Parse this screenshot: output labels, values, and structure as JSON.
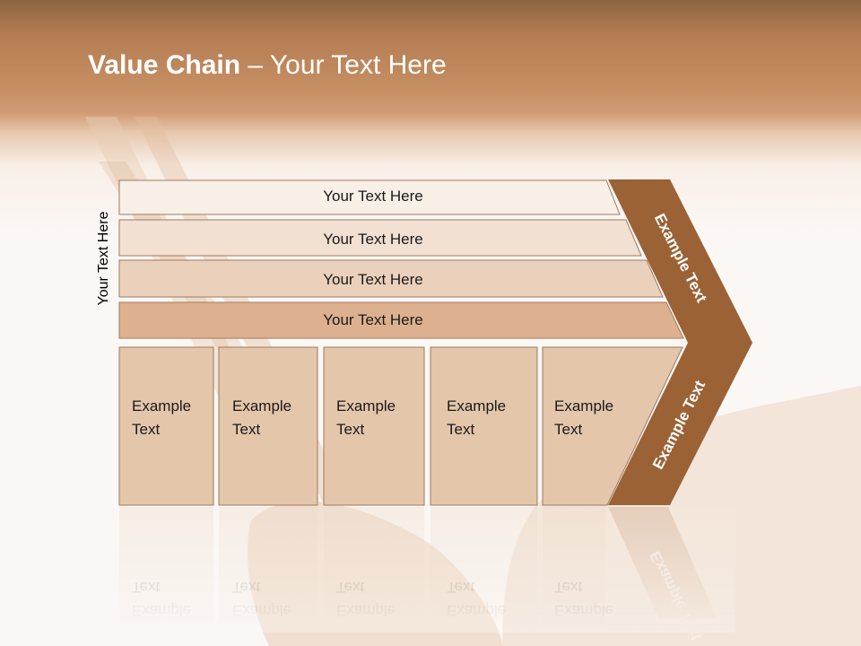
{
  "title": {
    "bold": "Value Chain",
    "rest": " – Your Text Here"
  },
  "side_label": "Your Text Here",
  "bars": [
    {
      "label": "Your Text Here",
      "color": "#f8efe6"
    },
    {
      "label": "Your Text Here",
      "color": "#f2e0d2"
    },
    {
      "label": "Your Text Here",
      "color": "#ebd1bc"
    },
    {
      "label": "Your Text Here",
      "color": "#ddb18f"
    }
  ],
  "columns": [
    {
      "line1": "Example",
      "line2": "Text"
    },
    {
      "line1": "Example",
      "line2": "Text"
    },
    {
      "line1": "Example",
      "line2": "Text"
    },
    {
      "line1": "Example",
      "line2": "Text"
    },
    {
      "line1": "Example",
      "line2": "Text"
    }
  ],
  "chevron": {
    "upper_text": "Example Text",
    "lower_text": "Example Text",
    "color": "#9a6235"
  },
  "colors": {
    "column_fill": "#e4c6ab",
    "accent": "#9a6235"
  }
}
